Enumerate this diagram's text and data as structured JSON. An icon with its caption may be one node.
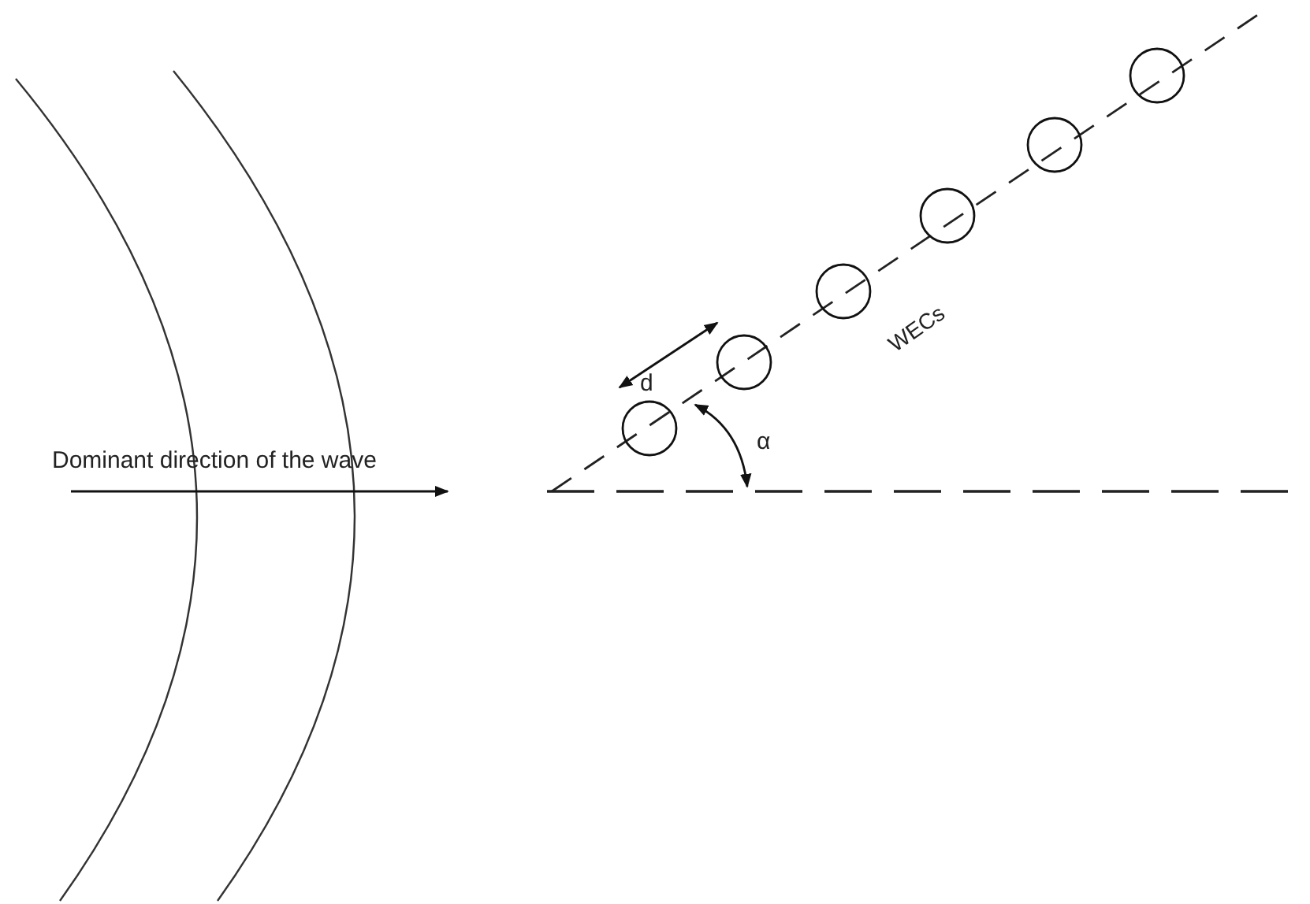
{
  "diagram": {
    "labels": [
      "Dominant direction of the wave",
      "d",
      "WECs",
      "α"
    ]
  }
}
